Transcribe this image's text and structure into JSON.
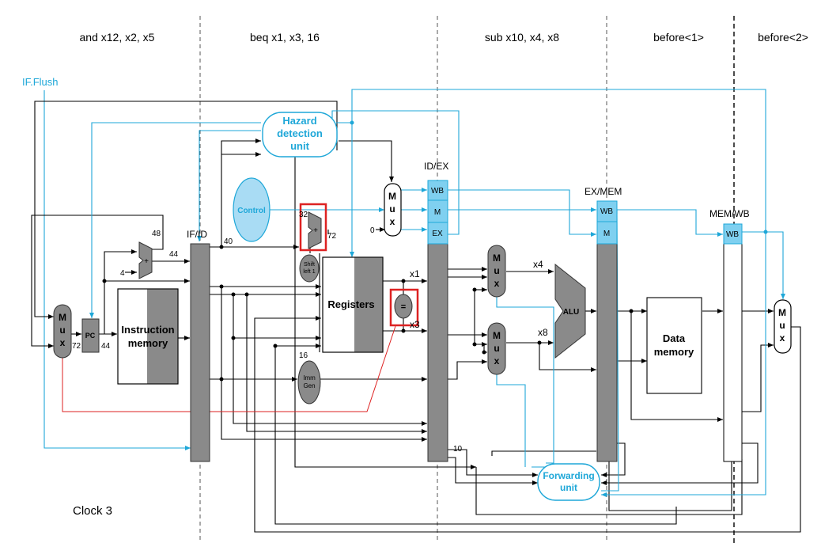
{
  "stages": {
    "if": "and x12, x2, x5",
    "id": "beq x1, x3, 16",
    "ex": "sub x10, x4, x8",
    "mem": "before<1>",
    "wb": "before<2>"
  },
  "if_flush": "IF.Flush",
  "hazard_unit": {
    "line1": "Hazard",
    "line2": "detection",
    "line3": "unit"
  },
  "control": "Control",
  "registers": "Registers",
  "instr_mem": {
    "line1": "Instruction",
    "line2": "memory"
  },
  "data_mem": {
    "line1": "Data",
    "line2": "memory"
  },
  "alu": "ALU",
  "pc": "PC",
  "imm_gen": {
    "line1": "Imm",
    "line2": "Gen"
  },
  "shift": {
    "line1": "Shift",
    "line2": "left 1"
  },
  "forwarding": {
    "line1": "Forwarding",
    "line2": "unit"
  },
  "equals": "=",
  "plus": "+",
  "mux": {
    "m1": "M",
    "m2": "u",
    "m3": "x"
  },
  "pipe_regs": {
    "ifid": "IF/ID",
    "idex": "ID/EX",
    "exmem": "EX/MEM",
    "memwb": "MEM/WB"
  },
  "ctrl_fields": {
    "wb": "WB",
    "m": "M",
    "ex": "EX"
  },
  "values": {
    "v48": "48",
    "v44a": "44",
    "v4": "4",
    "v72a": "72",
    "v44b": "44",
    "v40": "40",
    "v32": "32",
    "v72b": "72",
    "v0": "0",
    "v16": "16",
    "x1": "x1",
    "x3": "x3",
    "x4": "x4",
    "x8": "x8",
    "v10": "10"
  },
  "clock": "Clock 3",
  "colors": {
    "cyan": "#1ea7d8",
    "gray": "#8a8a8a",
    "red": "#d22222",
    "control_fill": "#a9dcf4",
    "ctrl_field_fill": "#7fd0f0"
  }
}
